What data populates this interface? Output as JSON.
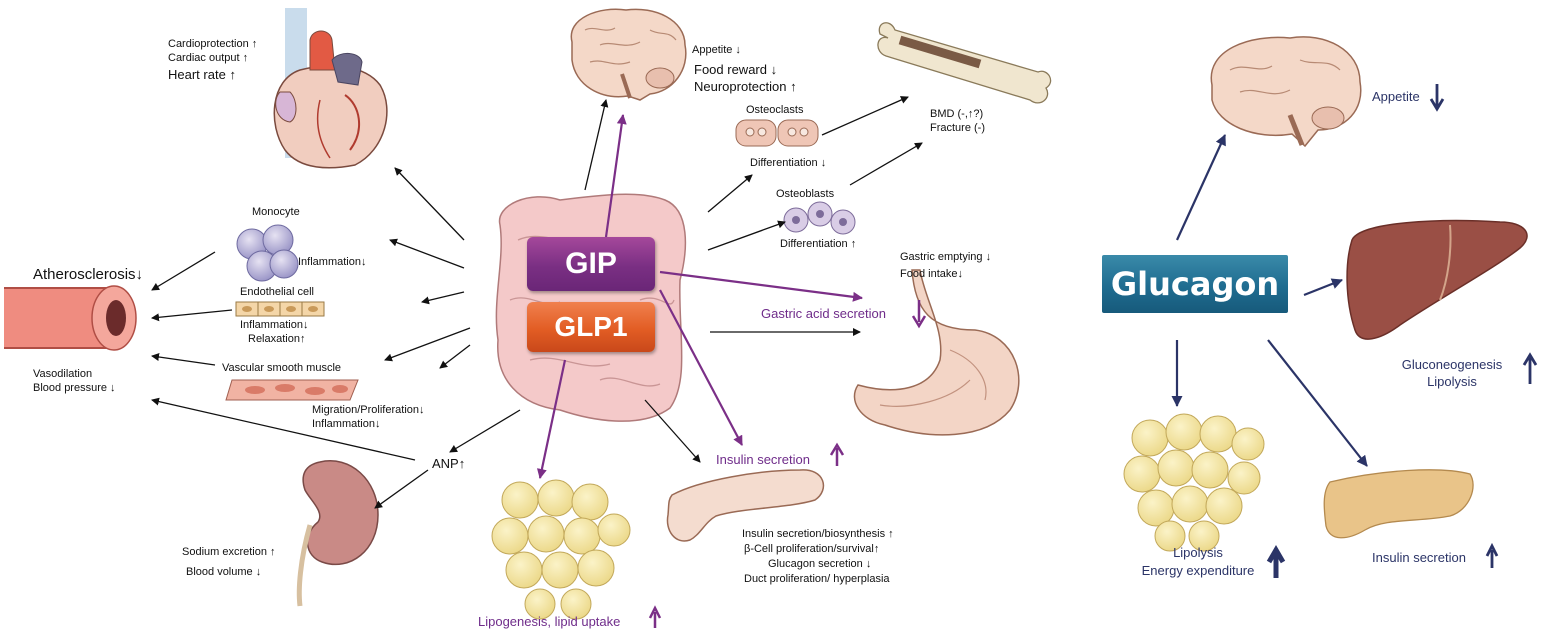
{
  "incretins": {
    "gip": "GIP",
    "glp1": "GLP1"
  },
  "heart": {
    "cardioprotection": "Cardioprotection ↑",
    "cardiac_output": "Cardiac output ↑",
    "heart_rate": "Heart rate"
  },
  "brain_center": {
    "appetite": "Appetite ↓",
    "food_reward": "Food reward",
    "neuroprotection": "Neuroprotection"
  },
  "bone": {
    "osteoclasts": "Osteoclasts",
    "osteoclast_diff": "Differentiation ↓",
    "osteoblasts": "Osteoblasts",
    "osteoblast_diff": "Differentiation ↑",
    "bmd": "BMD (-,↑?)",
    "fracture": "Fracture (-)"
  },
  "vascular": {
    "monocyte": "Monocyte",
    "monocyte_inflammation": "Inflammation↓",
    "endothelial": "Endothelial cell",
    "endothelial_inflammation": "Inflammation↓",
    "relaxation": "Relaxation↑",
    "smooth_muscle": "Vascular smooth muscle",
    "migration": "Migration/Proliferation↓",
    "smc_inflammation": "Inflammation↓",
    "atherosclerosis": "Atherosclerosis↓",
    "vasodilation": "Vasodilation",
    "blood_pressure": "Blood pressure ↓"
  },
  "kidney": {
    "anp": "ANP↑",
    "sodium": "Sodium excretion ↑",
    "blood_volume": "Blood volume ↓"
  },
  "stomach": {
    "gastric_emptying": "Gastric emptying ↓",
    "food_intake": "Food intake↓",
    "gastric_acid": "Gastric acid secretion"
  },
  "pancreas": {
    "insulin_secretion": "Insulin secretion",
    "biosynthesis": "Insulin secretion/biosynthesis ↑",
    "beta_cell": "β-Cell proliferation/survival↑",
    "glucagon_secretion": "Glucagon secretion ↓",
    "duct": "Duct proliferation/ hyperplasia"
  },
  "adipose": {
    "lipogenesis": "Lipogenesis, lipid uptake"
  },
  "glucagon_panel": {
    "title": "Glucagon",
    "appetite": "Appetite",
    "gluconeogenesis": "Gluconeogenesis",
    "lipolysis_liver": "Lipolysis",
    "lipolysis": "Lipolysis",
    "energy": "Energy expenditure",
    "insulin": "Insulin secretion"
  },
  "colors": {
    "gip": "#7a2f83",
    "glp1": "#e25d24",
    "glucagon": "#1f6c90",
    "purple_arrow": "#7b2f87",
    "navy_arrow": "#2b3467"
  }
}
